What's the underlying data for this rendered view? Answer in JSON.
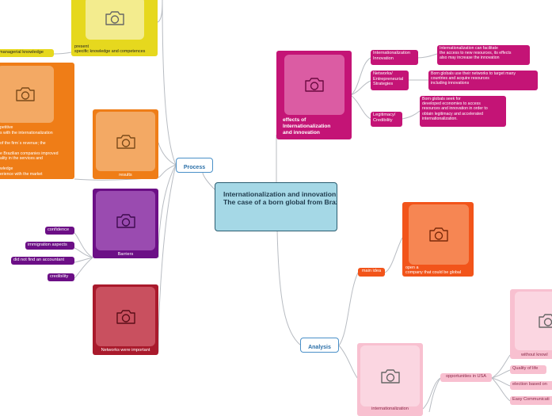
{
  "central": {
    "title": "Internationalization and innovation:\nThe case of a born global from Brazil"
  },
  "branches": {
    "process": "Process",
    "analysis": "Analysis"
  },
  "process_topics": {
    "managerial": "managerial knowledge",
    "present": "present\nspecific knowledge and competences",
    "competitive_text": "petitive\ns with the internationalization\n\nof the firm´s revenue; the\n\ne Brazilian companies improved\nality in the services and\n\nwledge\nerience with the market",
    "results": "results",
    "barriers": "Barriers",
    "confidence": "confidence",
    "immigration": "immigration aspects",
    "accountant": "did not find an accountant",
    "credibility": "credibility",
    "networks": "Networks were important"
  },
  "effects": {
    "title": "effects of\nInternationalization\nand innovation",
    "items": [
      {
        "topic": "Internationalization\nInnovation",
        "note": "Internationalization can facilitate\nthe access to new resources, its effects\nalso may increase the innovation"
      },
      {
        "topic": "Networks/\nEntrepreneurial\nStrategies",
        "note": "Born globals use their networks to target many\ncountries and acquire resources\nincluding innovations"
      },
      {
        "topic": "Legitimacy/\nCredibility",
        "note": "Born globals seek for\ndeveloped economies to access\nresources and innovation in order to\nobtain legitimacy and accelerated\ninternationalization."
      }
    ]
  },
  "analysis": {
    "main_idea": "main idea",
    "open_company": "open a\ncompany that could be global",
    "internationalization": "internationalization",
    "opportunities": "opportunities in USA",
    "without": "without knowl",
    "quality": "Quality of life",
    "election": "election based on",
    "easy": "Easy Communicati"
  },
  "icons": [
    "camera-icon"
  ],
  "colors": {
    "central_fill": "#a5d8e6",
    "central_border": "#2a5c70",
    "branch_border": "#4a90c8",
    "yellow": "#e6d81e",
    "orange": "#ef7d17",
    "purple": "#6c0f86",
    "red": "#a91a2c",
    "magenta": "#c41476",
    "orange_red": "#f2541a",
    "pink": "#f8c0d0"
  }
}
